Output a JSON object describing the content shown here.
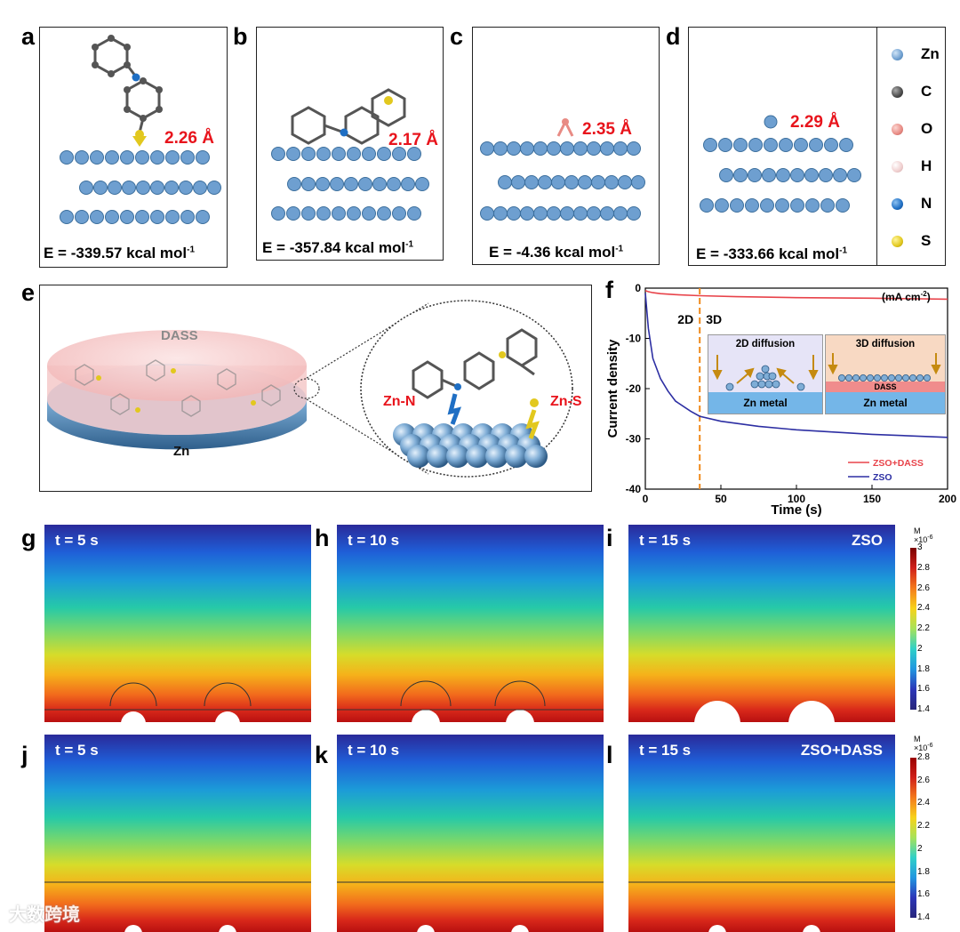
{
  "panel_labels": {
    "a": "a",
    "b": "b",
    "c": "c",
    "d": "d",
    "e": "e",
    "f": "f",
    "g": "g",
    "h": "h",
    "i": "i",
    "j": "j",
    "k": "k",
    "l": "l"
  },
  "panels_top": [
    {
      "id": "a",
      "distance": "2.26 Å",
      "energy": "E = -339.57 kcal mol",
      "sup": "-1"
    },
    {
      "id": "b",
      "distance": "2.17 Å",
      "energy": "E = -357.84 kcal mol",
      "sup": "-1"
    },
    {
      "id": "c",
      "distance": "2.35 Å",
      "energy": "E = -4.36 kcal mol",
      "sup": "-1"
    },
    {
      "id": "d",
      "distance": "2.29 Å",
      "energy": "E = -333.66 kcal mol",
      "sup": "-1"
    }
  ],
  "atom_legend": [
    {
      "label": "Zn",
      "color": "#6e9fd0"
    },
    {
      "label": "C",
      "color": "#4a4a4a"
    },
    {
      "label": "O",
      "color": "#e88b84"
    },
    {
      "label": "H",
      "color": "#f0cfcf"
    },
    {
      "label": "N",
      "color": "#1f6fc4"
    },
    {
      "label": "S",
      "color": "#e2c81e"
    }
  ],
  "panel_e": {
    "dass_label": "DASS",
    "zn_label": "Zn",
    "zn_n": "Zn-N",
    "zn_s": "Zn-S"
  },
  "chart_data": {
    "type": "line",
    "xlabel": "Time (s)",
    "ylabel": "Current density",
    "unit_label": "(mA cm",
    "unit_sup": "-2",
    "unit_close": ")",
    "xlim": [
      0,
      200
    ],
    "ylim": [
      -40,
      0
    ],
    "xticks": [
      0,
      50,
      100,
      150,
      200
    ],
    "yticks": [
      0,
      -10,
      -20,
      -30,
      -40
    ],
    "vline_x": 36,
    "region_labels": [
      "2D",
      "3D"
    ],
    "series": [
      {
        "name": "ZSO+DASS",
        "color": "#e8434a",
        "x": [
          0,
          2,
          5,
          10,
          20,
          36,
          60,
          100,
          150,
          200
        ],
        "values": [
          -0.5,
          -0.7,
          -0.9,
          -1.1,
          -1.3,
          -1.5,
          -1.7,
          -1.9,
          -2.0,
          -2.2
        ]
      },
      {
        "name": "ZSO",
        "color": "#2d2fa3",
        "x": [
          0,
          2,
          5,
          10,
          15,
          20,
          30,
          36,
          50,
          75,
          100,
          150,
          200
        ],
        "values": [
          -1,
          -8,
          -14,
          -18,
          -20.5,
          -22.5,
          -24.5,
          -25.5,
          -26.5,
          -27.5,
          -28.2,
          -29.1,
          -29.7
        ]
      }
    ],
    "inset": {
      "left_title": "2D diffusion",
      "right_title": "3D diffusion",
      "dass": "DASS",
      "zn_metal": "Zn metal"
    }
  },
  "sim_row1": [
    {
      "id": "g",
      "time": "t = 5 s",
      "tag": ""
    },
    {
      "id": "h",
      "time": "t = 10 s",
      "tag": ""
    },
    {
      "id": "i",
      "time": "t = 15 s",
      "tag": "ZSO"
    }
  ],
  "sim_row2": [
    {
      "id": "j",
      "time": "t = 5 s",
      "tag": ""
    },
    {
      "id": "k",
      "time": "t = 10 s",
      "tag": ""
    },
    {
      "id": "l",
      "time": "t = 15 s",
      "tag": "ZSO+DASS"
    }
  ],
  "colorbar1": {
    "unit": "M",
    "scale": "×10",
    "scale_sup": "-6",
    "ticks": [
      "3",
      "2.8",
      "2.6",
      "2.4",
      "2.2",
      "2",
      "1.8",
      "1.6",
      "1.4"
    ]
  },
  "colorbar2": {
    "unit": "M",
    "scale": "×10",
    "scale_sup": "-6",
    "ticks": [
      "2.8",
      "2.6",
      "2.4",
      "2.2",
      "2",
      "1.8",
      "1.6",
      "1.4"
    ]
  },
  "watermark": "大数跨境"
}
